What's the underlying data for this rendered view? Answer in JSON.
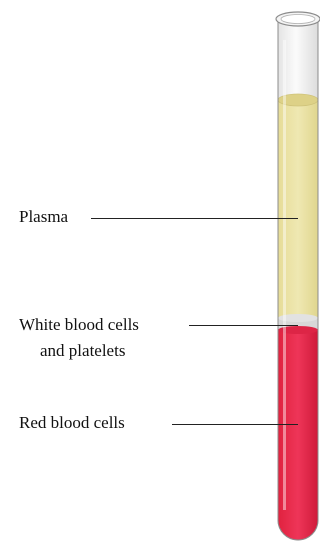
{
  "labels": {
    "plasma": "Plasma",
    "wbc_line1": "White blood cells",
    "wbc_line2": "and platelets",
    "rbc": "Red blood cells"
  },
  "colors": {
    "plasma": "#ebe3a3",
    "plasma_top": "#e0d68a",
    "buffy_coat": "#d9d9d9",
    "red_cells": "#e8294b",
    "red_cells_shade": "#c9163a",
    "glass": "#f2f2f2",
    "glass_edge": "#9a9a9a"
  },
  "icons": {
    "tube": "test-tube-icon"
  }
}
